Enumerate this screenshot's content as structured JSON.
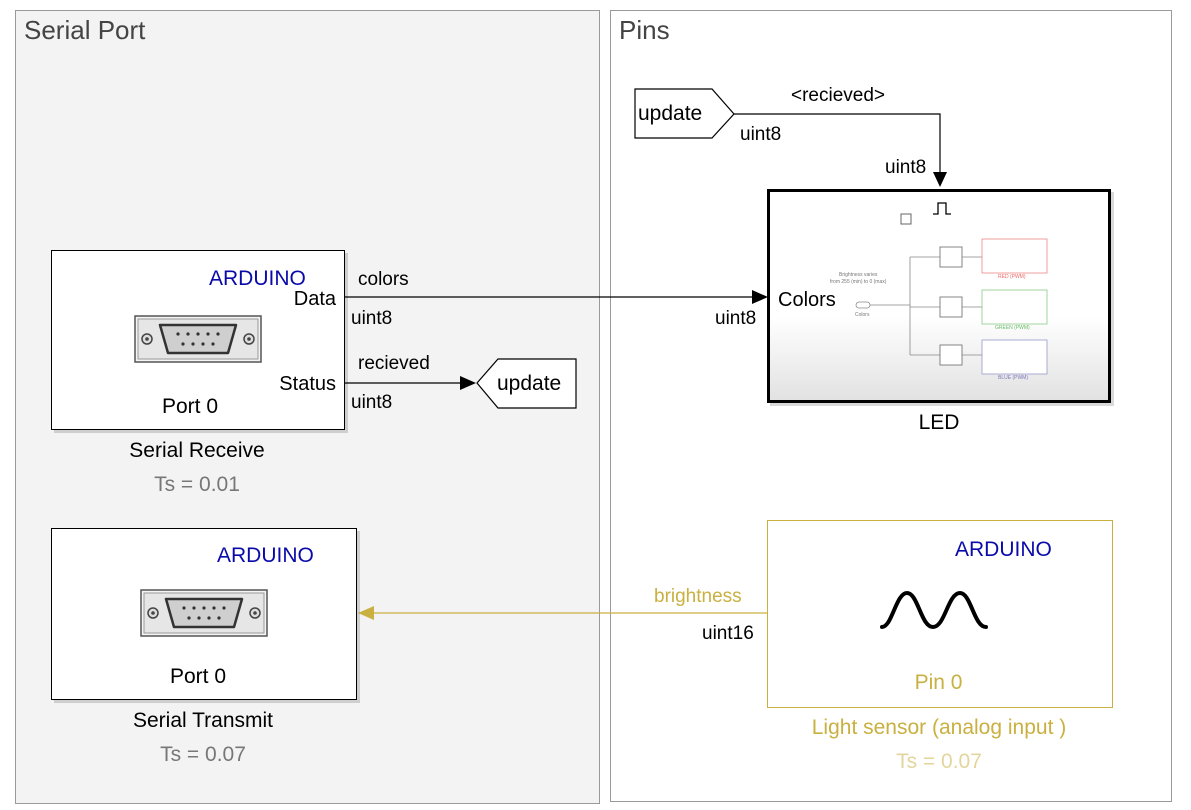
{
  "areas": {
    "serial_port": "Serial Port",
    "pins": "Pins"
  },
  "serial_receive": {
    "brand": "ARDUINO",
    "port_data": "Data",
    "port_status": "Status",
    "port": "Port 0",
    "name": "Serial Receive",
    "ts": "Ts = 0.01"
  },
  "serial_transmit": {
    "brand": "ARDUINO",
    "port": "Port 0",
    "name": "Serial Transmit",
    "ts": "Ts = 0.07"
  },
  "signals": {
    "colors": "colors",
    "colors_type": "uint8",
    "colors_type_in": "uint8",
    "recieved": "recieved",
    "recieved_type": "uint8",
    "recieved_tag": "<recieved>",
    "update_type": "uint8",
    "update_type_in": "uint8",
    "brightness": "brightness",
    "brightness_type": "uint16"
  },
  "goto_update": {
    "label": "update"
  },
  "from_update": {
    "label": "update"
  },
  "led": {
    "port_colors": "Colors",
    "name": "LED",
    "inner": {
      "note": "Brightness varies\nfrom 255 (min) to 0 (max)",
      "in_label": "Colors",
      "red": "RED (PWM)",
      "green": "GREEN (PWM)",
      "blue": "BLUE (PWM)"
    }
  },
  "light_sensor": {
    "brand": "ARDUINO",
    "pin": "Pin 0",
    "name": "Light sensor (analog input )",
    "ts": "Ts = 0.07"
  },
  "colors": {
    "sensor_gold": "#c9b040",
    "arduino_blue": "#0a0aaa",
    "area_bg": "#f3f3f3"
  }
}
